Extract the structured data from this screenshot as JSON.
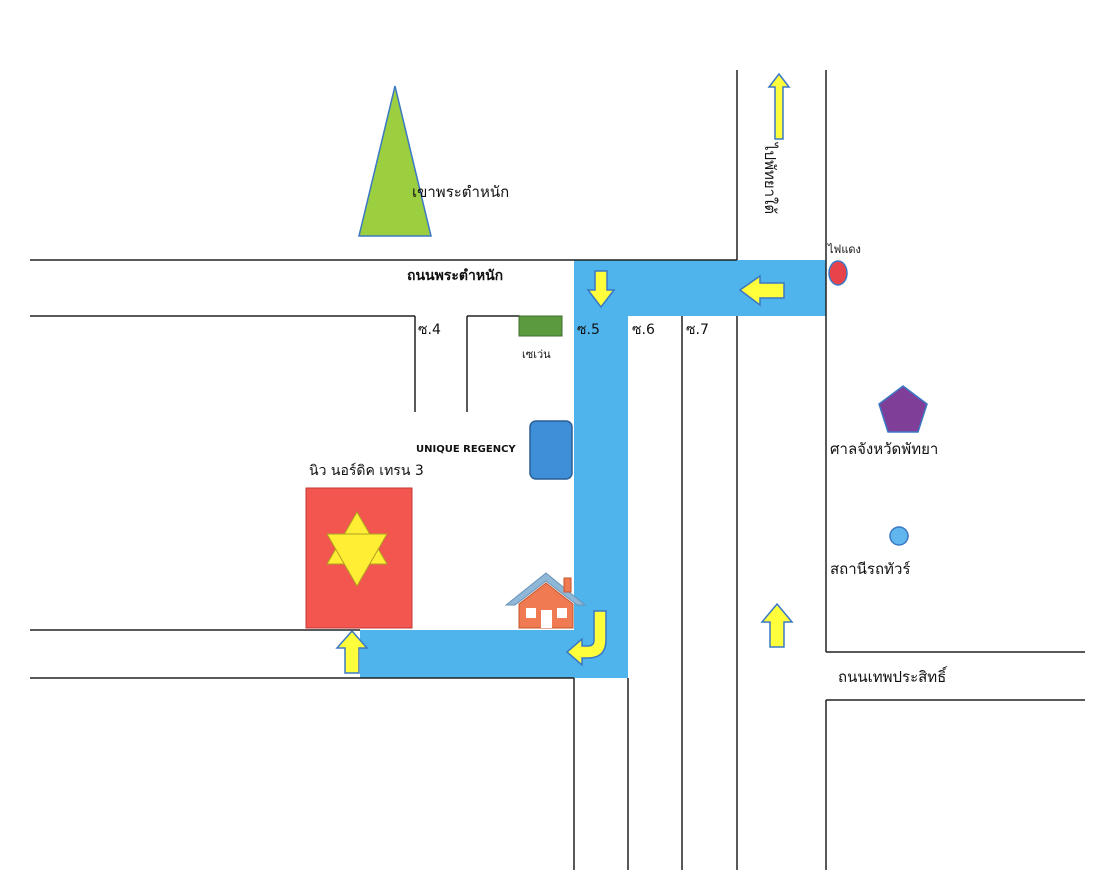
{
  "colors": {
    "route": "#4fb3ec",
    "arrow_fill": "#ffff3b",
    "arrow_stroke": "#3b78c4",
    "mountain": "#9bcf3f",
    "seven_eleven": "#5b9a3f",
    "hotel": "#3f8fd8",
    "condo": "#f2564f",
    "star": "#ffee33",
    "house": "#f07b52",
    "court": "#7f3f98",
    "traffic_light": "#e8434a",
    "bus_station": "#61b6ee",
    "road_line": "#222222"
  },
  "icons": {
    "mountain": "triangle-mountain-icon",
    "seven_eleven": "store-icon",
    "hotel": "hotel-icon",
    "condo": "star-of-david-icon",
    "house": "house-icon",
    "court": "pentagon-icon",
    "traffic_light": "traffic-light-icon",
    "bus_station": "circle-icon",
    "arrows": "arrow-icon"
  },
  "labels": {
    "mountain": "เขาพระตำหนัก",
    "road_phra_tamnak": "ถนนพระตำหนัก",
    "to_south_pattaya": "ไปพัทยาใต้",
    "traffic_light": "ไฟแดง",
    "soi4": "ซ.4",
    "soi5": "ซ.5",
    "soi6": "ซ.6",
    "soi7": "ซ.7",
    "seven_eleven": "เซเว่น",
    "hotel": "UNIQUE REGENCY",
    "condo": "นิว นอร์ดิค เทรน 3",
    "court": "ศาลจังหวัดพัทยา",
    "bus_station": "สถานีรถทัวร์",
    "road_thep_prasit": "ถนนเทพประสิทธิ์"
  }
}
